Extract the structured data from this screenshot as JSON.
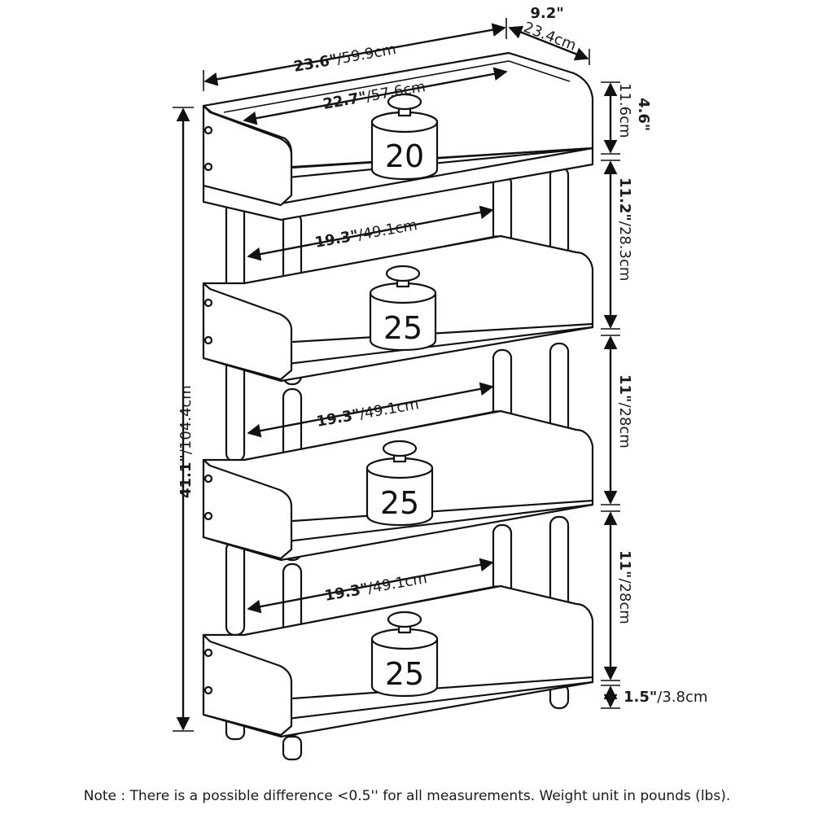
{
  "dimensions": {
    "top_width": {
      "in": "23.6\"",
      "cm": "/59.9cm"
    },
    "depth": {
      "in": "9.2\"",
      "cm": "23.4cm"
    },
    "inner_top_width": {
      "in": "22.7\"",
      "cm": "/57.6cm"
    },
    "top_back_height": {
      "in": "4.6\"",
      "cm": "11.6cm"
    },
    "shelf_gap_1": {
      "in": "11.2\"",
      "cm": "/28.3cm"
    },
    "shelf_gap_2": {
      "in": "11\"",
      "cm": "/28cm"
    },
    "shelf_gap_3": {
      "in": "11\"",
      "cm": "/28cm"
    },
    "foot_height": {
      "in": "1.5\"",
      "cm": "/3.8cm"
    },
    "total_height": {
      "in": "41.1\"",
      "cm": "/104.4cm"
    },
    "shelf_width_1": {
      "in": "19.3\"",
      "cm": "/49.1cm"
    },
    "shelf_width_2": {
      "in": "19.3\"",
      "cm": "/49.1cm"
    },
    "shelf_width_3": {
      "in": "19.3\"",
      "cm": "/49.1cm"
    }
  },
  "weights": [
    "20",
    "25",
    "25",
    "25"
  ],
  "note": "Note : There is a possible difference <0.5'' for all measurements. Weight unit in pounds (lbs)."
}
